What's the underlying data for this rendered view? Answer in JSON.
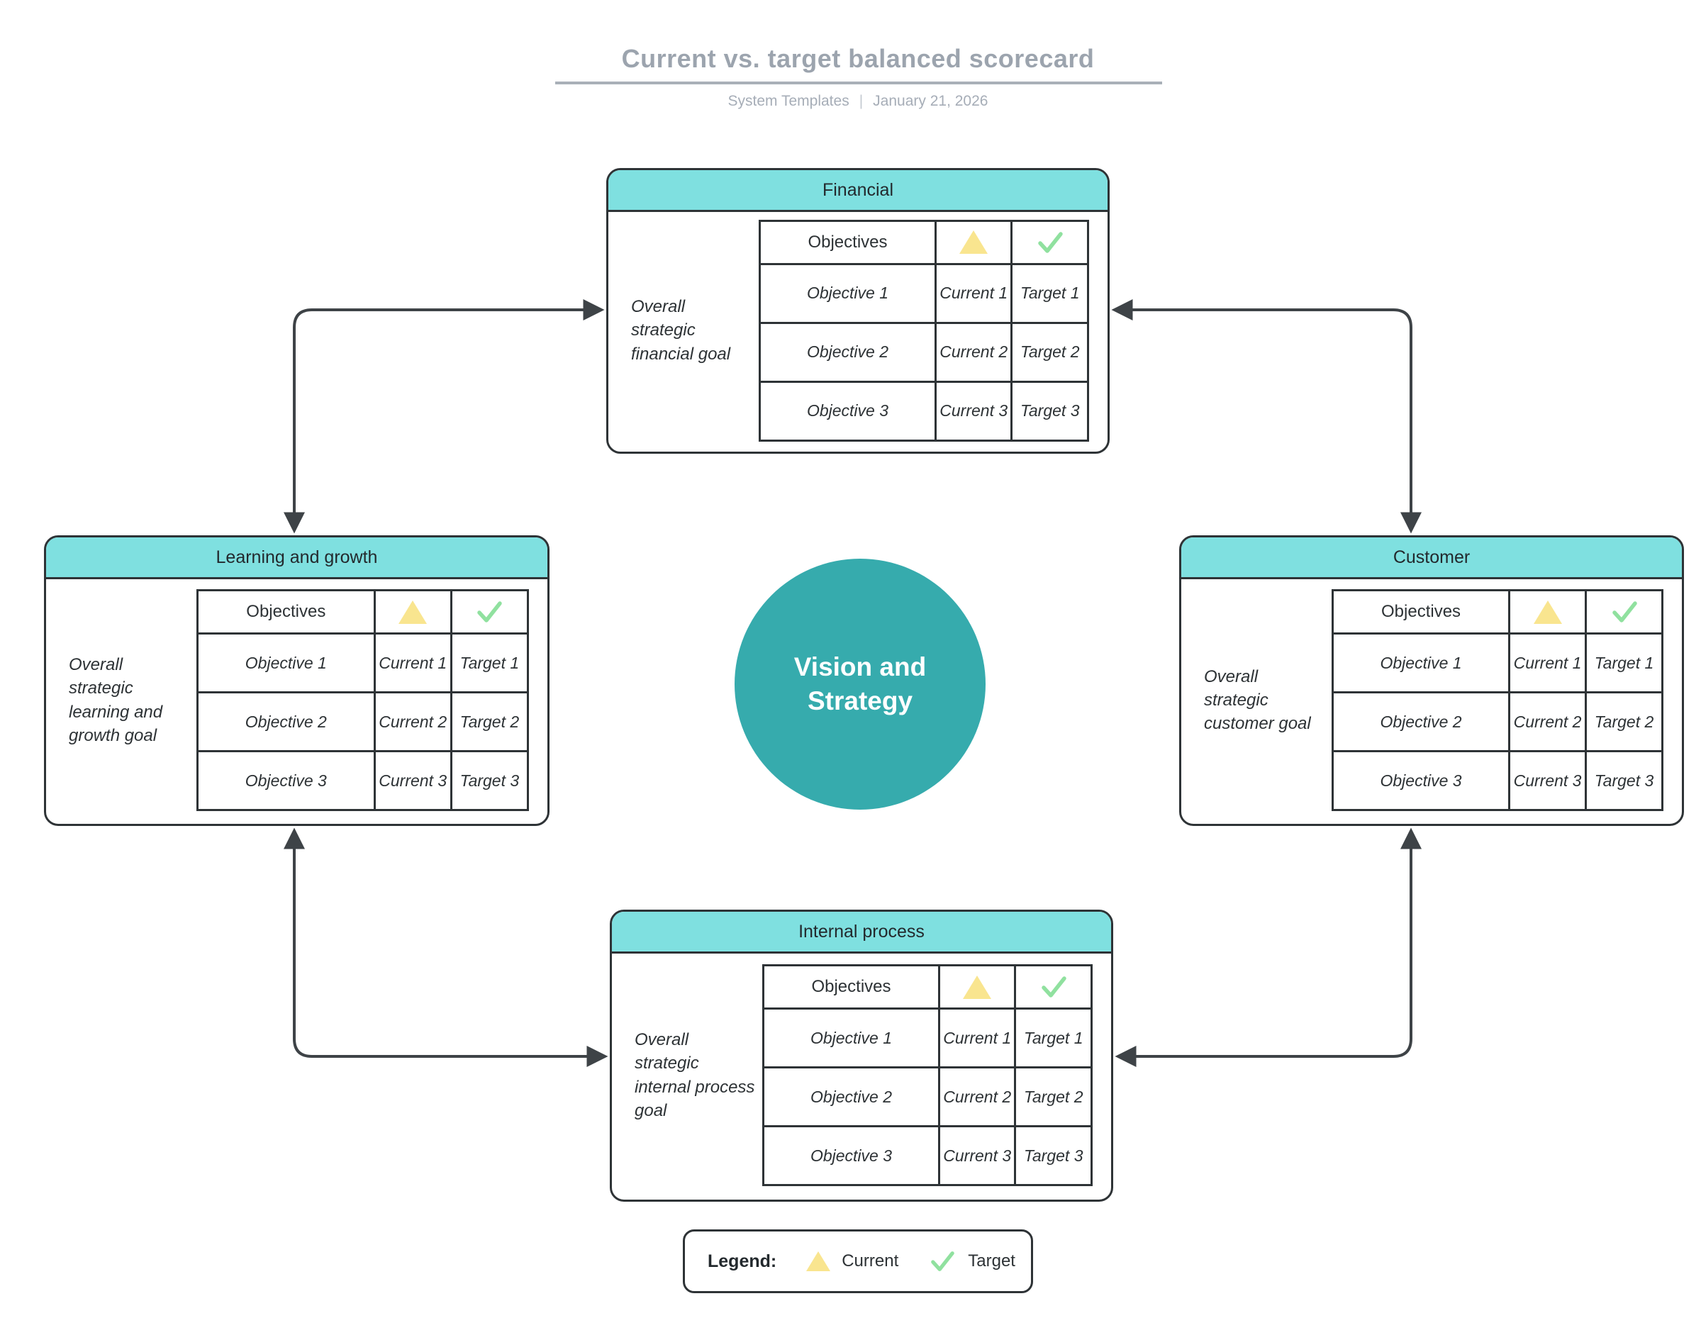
{
  "title": {
    "text": "Current vs. target balanced scorecard"
  },
  "subtitle": {
    "byline": "System Templates",
    "separator": "|",
    "date": "January 21, 2026"
  },
  "center_circle": {
    "label": "Vision and Strategy"
  },
  "icons": {
    "current": "triangle-icon",
    "target": "check-icon"
  },
  "colors": {
    "teal_header": "#7fe0e0",
    "circle_teal": "#36abad",
    "triangle_yellow": "#f9e58f",
    "check_green": "#90e19f",
    "arrow_gray": "#3e4347",
    "border_dark": "#2e3336",
    "title_gray": "#9ca4ae",
    "subtitle_gray": "#a6adb7",
    "separator_gray": "#c4cad1",
    "rule_gray": "#a9b0b8"
  },
  "panels": {
    "financial": {
      "title": "Financial",
      "goal": "Overall strategic financial goal",
      "table": {
        "objectives_header": "Objectives",
        "rows": [
          {
            "objective": "Objective 1",
            "current": "Current 1",
            "target": "Target 1"
          },
          {
            "objective": "Objective 2",
            "current": "Current 2",
            "target": "Target 2"
          },
          {
            "objective": "Objective 3",
            "current": "Current 3",
            "target": "Target 3"
          }
        ]
      }
    },
    "learning": {
      "title": "Learning and growth",
      "goal": "Overall strategic learning and growth goal",
      "table": {
        "objectives_header": "Objectives",
        "rows": [
          {
            "objective": "Objective 1",
            "current": "Current 1",
            "target": "Target 1"
          },
          {
            "objective": "Objective 2",
            "current": "Current 2",
            "target": "Target 2"
          },
          {
            "objective": "Objective 3",
            "current": "Current 3",
            "target": "Target 3"
          }
        ]
      }
    },
    "customer": {
      "title": "Customer",
      "goal": "Overall strategic customer goal",
      "table": {
        "objectives_header": "Objectives",
        "rows": [
          {
            "objective": "Objective 1",
            "current": "Current 1",
            "target": "Target 1"
          },
          {
            "objective": "Objective 2",
            "current": "Current 2",
            "target": "Target 2"
          },
          {
            "objective": "Objective 3",
            "current": "Current 3",
            "target": "Target 3"
          }
        ]
      }
    },
    "internal": {
      "title": "Internal process",
      "goal": "Overall strategic internal process goal",
      "table": {
        "objectives_header": "Objectives",
        "rows": [
          {
            "objective": "Objective 1",
            "current": "Current 1",
            "target": "Target 1"
          },
          {
            "objective": "Objective 2",
            "current": "Current 2",
            "target": "Target 2"
          },
          {
            "objective": "Objective 3",
            "current": "Current 3",
            "target": "Target 3"
          }
        ]
      }
    }
  },
  "legend": {
    "label": "Legend:",
    "items": [
      {
        "icon": "triangle-icon",
        "label": "Current"
      },
      {
        "icon": "check-icon",
        "label": "Target"
      }
    ]
  }
}
